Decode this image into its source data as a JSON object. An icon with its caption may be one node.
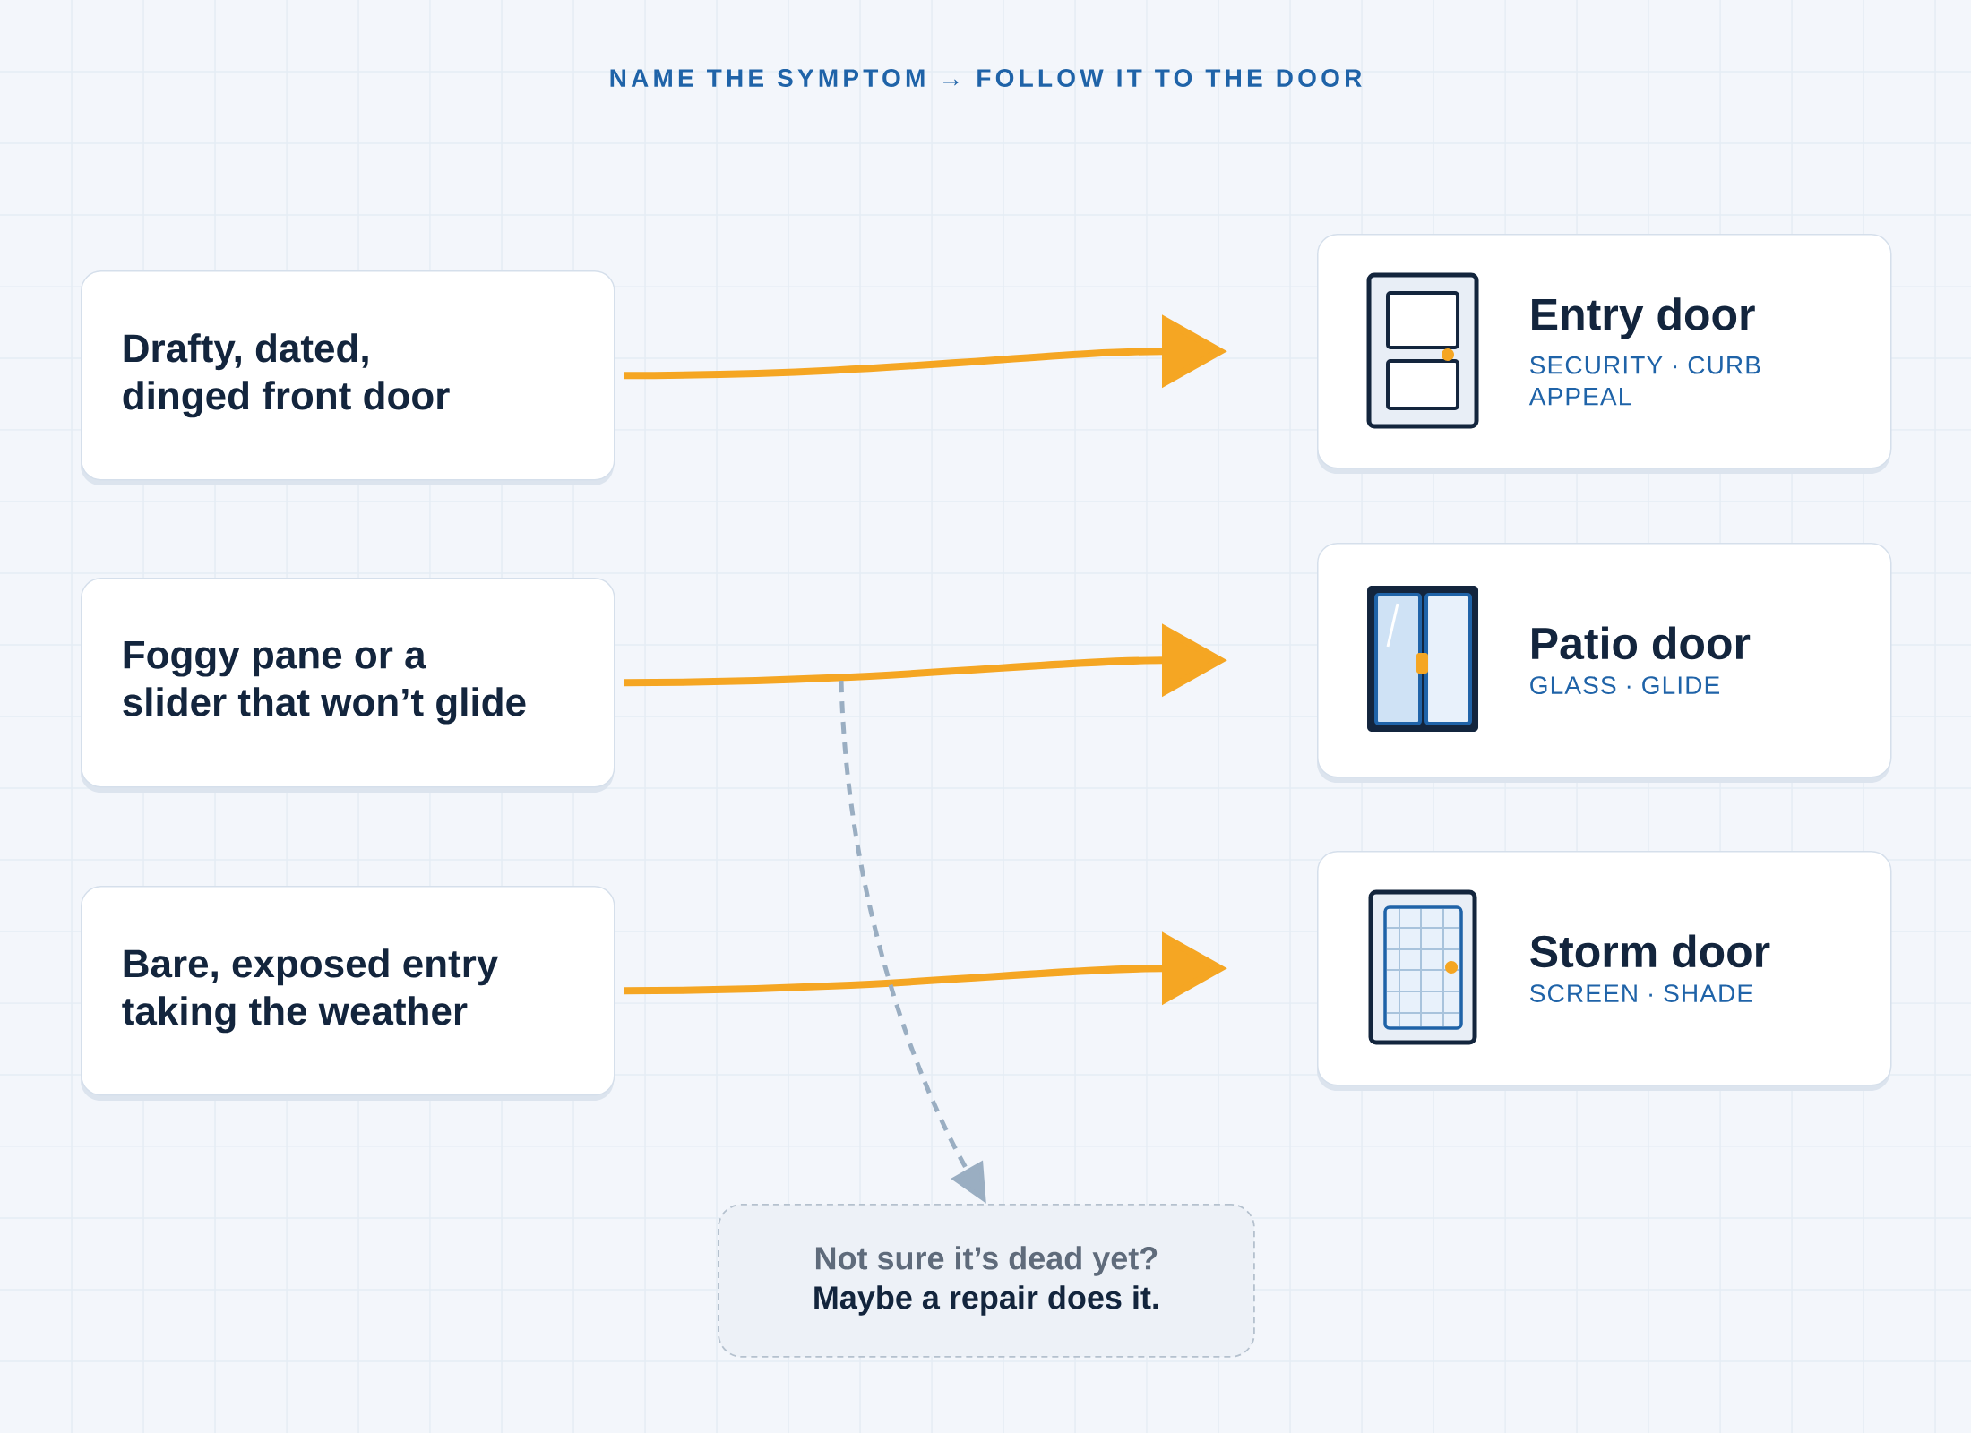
{
  "diagram": {
    "title": "NAME THE SYMPTOM → FOLLOW IT TO THE DOOR",
    "nodes": [
      {
        "text": [
          "Drafty, dated, dinged front door"
        ]
      },
      {
        "text": [
          "Entry door",
          "SECURITY · CURB APPEAL"
        ]
      },
      {
        "text": [
          "Foggy pane or a slider that won’t glide"
        ]
      },
      {
        "text": [
          "Patio door",
          "GLASS · GLIDE"
        ]
      },
      {
        "text": [
          "Bare, exposed entry taking the weather"
        ]
      },
      {
        "text": [
          "Storm door",
          "SCREEN · SHADE"
        ]
      },
      {
        "text": [
          "Not sure it’s dead yet?",
          "Maybe a repair does it."
        ]
      }
    ],
    "edges": [
      {
        "from": 0,
        "to": 1,
        "arrow": "to"
      },
      {
        "from": 2,
        "to": 3,
        "arrow": "to"
      },
      {
        "from": 4,
        "to": 5,
        "arrow": "to"
      },
      {
        "from": null,
        "to": 6,
        "arrow": "to",
        "style": "dashed",
        "color": "#9aaec2"
      }
    ]
  }
}
